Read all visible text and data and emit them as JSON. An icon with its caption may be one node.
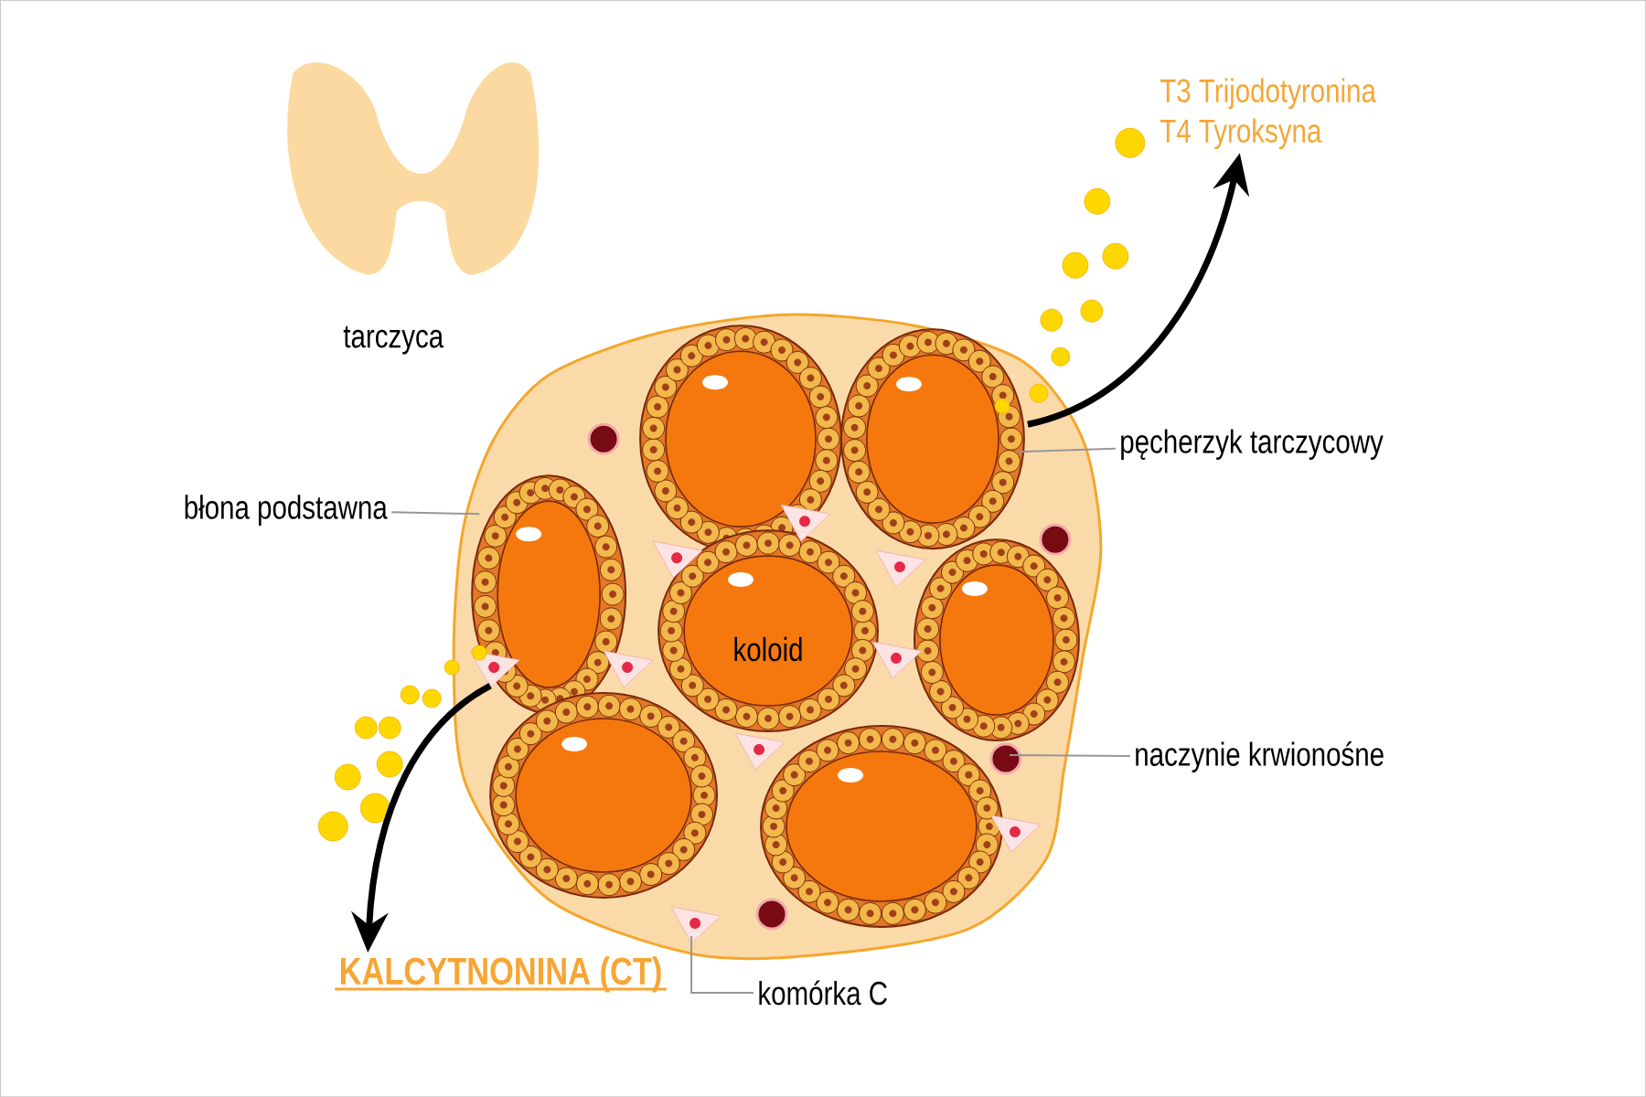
{
  "diagram": {
    "nodes": [
      {
        "text": [
          "T3 Trijodotyronina",
          "T4 Tyroksyna"
        ]
      },
      {
        "text": [
          "błona podstawna"
        ]
      },
      {
        "text": [
          "pęcherzyk tarczycowy"
        ]
      },
      {
        "text": [
          "naczynie krwionośne"
        ]
      },
      {
        "text": [
          "KALCYTNONINA (CT)"
        ]
      },
      {
        "text": [
          "komórka C"
        ]
      }
    ],
    "edges": [
      {
        "from": null,
        "to": 0,
        "arrow": "to",
        "style": "thick",
        "color": "#000000"
      },
      {
        "from": 1,
        "to": null,
        "arrow": "none"
      },
      {
        "from": 2,
        "to": null,
        "arrow": "none"
      },
      {
        "from": 3,
        "to": null,
        "arrow": "none"
      },
      {
        "from": null,
        "to": 4,
        "arrow": "to",
        "style": "thick",
        "color": "#000000"
      },
      {
        "from": 5,
        "to": null,
        "arrow": "none"
      }
    ],
    "labels": [
      "tarczyca",
      "koloid"
    ]
  }
}
